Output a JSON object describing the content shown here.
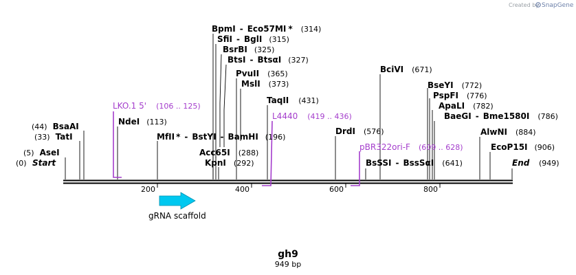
{
  "watermark": {
    "prefix": "Created by",
    "brand": "SnapGene"
  },
  "sequence": {
    "name": "gh9",
    "length_label": "949 bp"
  },
  "ends": {
    "start_label": "Start",
    "start_pos": "(0)",
    "end_label": "End",
    "end_pos": "(949)"
  },
  "ruler_ticks": [
    "200",
    "400",
    "600",
    "800"
  ],
  "enzymes": [
    {
      "name": "AseI",
      "pos": "(5)"
    },
    {
      "name": "TatI",
      "pos": "(33)"
    },
    {
      "name": "BsaAI",
      "pos": "(44)"
    },
    {
      "name": "NdeI",
      "pos": "(113)"
    },
    {
      "name": "MfII",
      "star": "*",
      "name2": "BstYI",
      "name3": "BamHI",
      "pos": "(196)"
    },
    {
      "name": "Acc65I",
      "pos": "(288)"
    },
    {
      "name": "KpnI",
      "pos": "(292)"
    },
    {
      "name": "BpmI",
      "name2": "Eco57MI",
      "star2": "*",
      "pos": "(314)"
    },
    {
      "name": "SfiI",
      "name2": "BglI",
      "pos": "(315)"
    },
    {
      "name": "BsrBI",
      "pos": "(325)"
    },
    {
      "name": "BtsI",
      "name2": "BtsαI",
      "pos": "(327)"
    },
    {
      "name": "PvuII",
      "pos": "(365)"
    },
    {
      "name": "MslI",
      "pos": "(373)"
    },
    {
      "name": "TaqII",
      "pos": "(431)"
    },
    {
      "name": "DrdI",
      "pos": "(576)"
    },
    {
      "name": "BsSSI",
      "name2": "BssSαI",
      "pos": "(641)"
    },
    {
      "name": "BciVI",
      "pos": "(671)"
    },
    {
      "name": "BseYI",
      "pos": "(772)"
    },
    {
      "name": "PspFI",
      "pos": "(776)"
    },
    {
      "name": "ApaLI",
      "pos": "(782)"
    },
    {
      "name": "BaeGI",
      "name2": "Bme1580I",
      "pos": "(786)"
    },
    {
      "name": "AlwNI",
      "pos": "(884)"
    },
    {
      "name": "EcoP15I",
      "pos": "(906)"
    }
  ],
  "primers": [
    {
      "name": "LKO.1 5'",
      "range": "(106 .. 125)"
    },
    {
      "name": "L4440",
      "range": "(419 .. 436)"
    },
    {
      "name": "pBR322ori-F",
      "range": "(609 .. 628)"
    }
  ],
  "features": [
    {
      "name": "gRNA scaffold",
      "color": "#00c8f0"
    }
  ],
  "colors": {
    "primer": "#a43dcc",
    "feature": "#00c8f0",
    "backbone": "#000000"
  }
}
